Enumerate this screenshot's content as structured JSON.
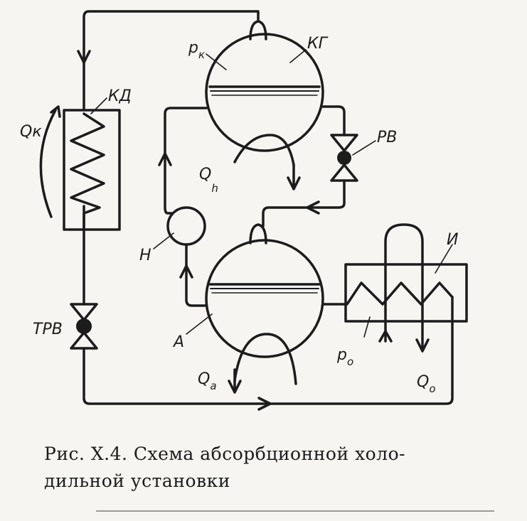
{
  "diagram": {
    "labels": {
      "pk": "p",
      "pk_sub": "к",
      "kg": "КГ",
      "kd": "КД",
      "qk": "Qк",
      "qh": "Q",
      "qh_sub": "h",
      "rv": "РВ",
      "n": "Н",
      "i": "И",
      "trv": "ТРВ",
      "a": "А",
      "po": "p",
      "po_sub": "o",
      "qa": "Q",
      "qa_sub": "a",
      "qo": "Q",
      "qo_sub": "o"
    }
  },
  "caption": {
    "line1": "Рис. X.4. Схема абсорбционной холо-",
    "line2": "дильной установки"
  }
}
